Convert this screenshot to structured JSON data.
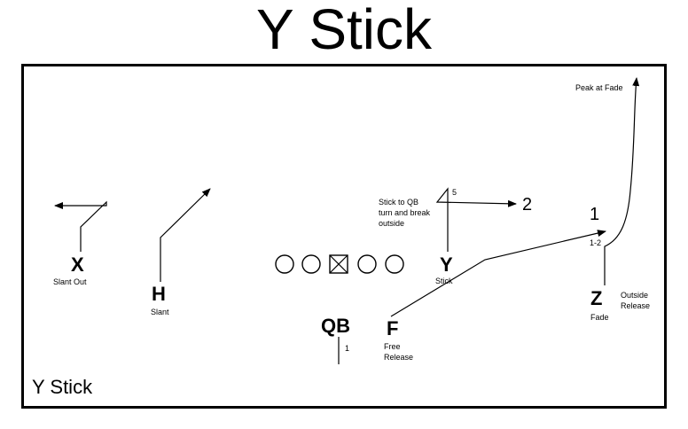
{
  "title": "Y Stick",
  "footer_label": "Y Stick",
  "players": {
    "x": {
      "label": "X",
      "route": "Slant Out"
    },
    "h": {
      "label": "H",
      "route": "Slant"
    },
    "y": {
      "label": "Y",
      "route": "Stick"
    },
    "f": {
      "label": "F",
      "route_line1": "Free",
      "route_line2": "Release"
    },
    "qb": {
      "label": "QB",
      "drop": "1"
    },
    "z": {
      "label": "Z",
      "route": "Fade",
      "note_line1": "Outside",
      "note_line2": "Release"
    }
  },
  "annotations": {
    "peak": "Peak at Fade",
    "stick_line1": "Stick to QB",
    "stick_line2": "turn and break",
    "stick_line3": "outside",
    "stick_depth": "5",
    "fade_depth": "1-2",
    "read_1": "1",
    "read_2": "2"
  }
}
